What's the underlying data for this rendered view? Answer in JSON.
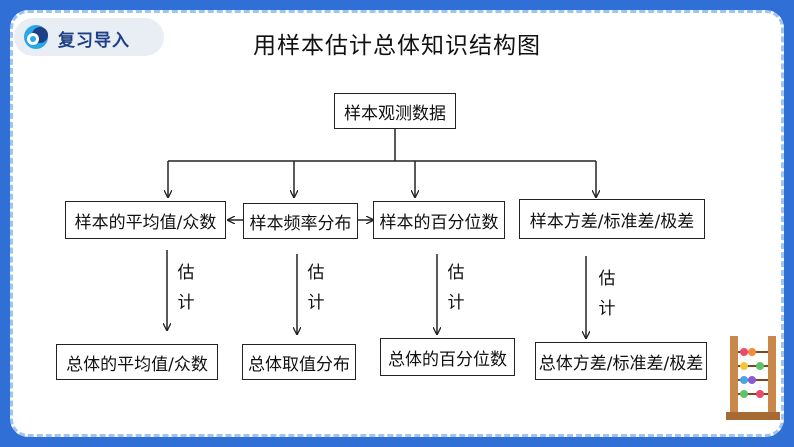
{
  "section_badge": {
    "label": "复习导入",
    "icon": "chat-bubble-icon"
  },
  "title": "用样本估计总体知识结构图",
  "nodes": {
    "root": "样本观测数据",
    "mean_mode": "样本的平均值/众数",
    "freq": "样本频率分布",
    "percentile": "样本的百分位数",
    "variance": "样本方差/标准差/极差",
    "pop_mean_mode": "总体的平均值/众数",
    "pop_dist": "总体取值分布",
    "pop_percentile": "总体的百分位数",
    "pop_variance": "总体方差/标准差/极差"
  },
  "edge_labels": {
    "estimate_1": "估计",
    "estimate_2": "估计",
    "estimate_3": "估计",
    "estimate_4": "估计"
  },
  "colors": {
    "background": "#2f6fd6",
    "frame_border": "#9fc4f2",
    "badge_text": "#1d3f86"
  }
}
